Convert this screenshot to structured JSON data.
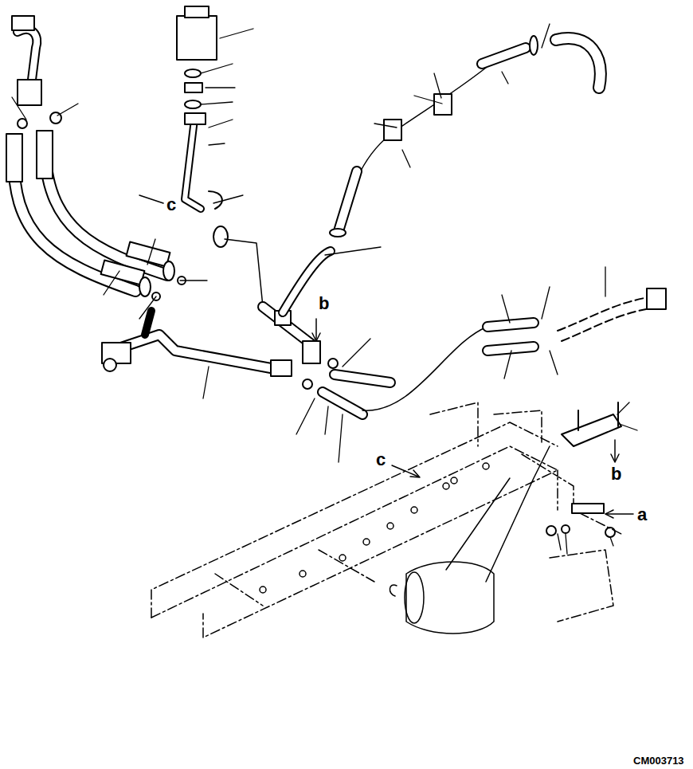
{
  "diagram": {
    "labels": [
      "c",
      "b",
      "c",
      "b",
      "a",
      "CM003713"
    ]
  }
}
